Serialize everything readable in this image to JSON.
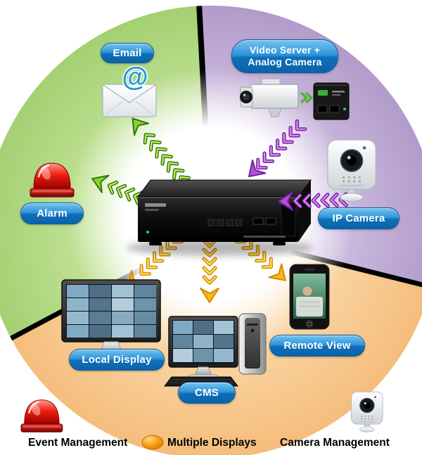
{
  "pills": {
    "email": "Email",
    "video_server_line1": "Video Server +",
    "video_server_line2": "Analog Camera",
    "alarm": "Alarm",
    "ip_camera": "IP Camera",
    "local_display": "Local Display",
    "cms": "CMS",
    "remote_view": "Remote View"
  },
  "icons": {
    "email_at": "@"
  },
  "legend": [
    {
      "id": "event-management",
      "label": "Event Management",
      "sector_color": "#b4dc86"
    },
    {
      "id": "multiple-displays",
      "label": "Multiple Displays",
      "sector_color": "#f9cf9a"
    },
    {
      "id": "camera-management",
      "label": "Camera Management",
      "sector_color": "#c6b0da"
    }
  ],
  "colors": {
    "sector_green": "#b4dc86",
    "sector_orange": "#f9cf9a",
    "sector_purple": "#c6b0da",
    "pill_blue": "#1b7ec6",
    "arrow_green": "#8cd12e",
    "arrow_purple": "#b44fd6",
    "arrow_orange": "#ffb41a",
    "alarm_red": "#e01010",
    "divider_black": "#000000"
  },
  "connections": [
    {
      "from": "nvr",
      "to": "email",
      "arrow": "green"
    },
    {
      "from": "nvr",
      "to": "alarm",
      "arrow": "green"
    },
    {
      "from": "video-server-analog-camera",
      "to": "nvr",
      "arrow": "purple"
    },
    {
      "from": "ip-camera",
      "to": "nvr",
      "arrow": "purple"
    },
    {
      "from": "nvr",
      "to": "local-display",
      "arrow": "orange"
    },
    {
      "from": "nvr",
      "to": "cms",
      "arrow": "orange"
    },
    {
      "from": "nvr",
      "to": "remote-view",
      "arrow": "orange"
    }
  ]
}
